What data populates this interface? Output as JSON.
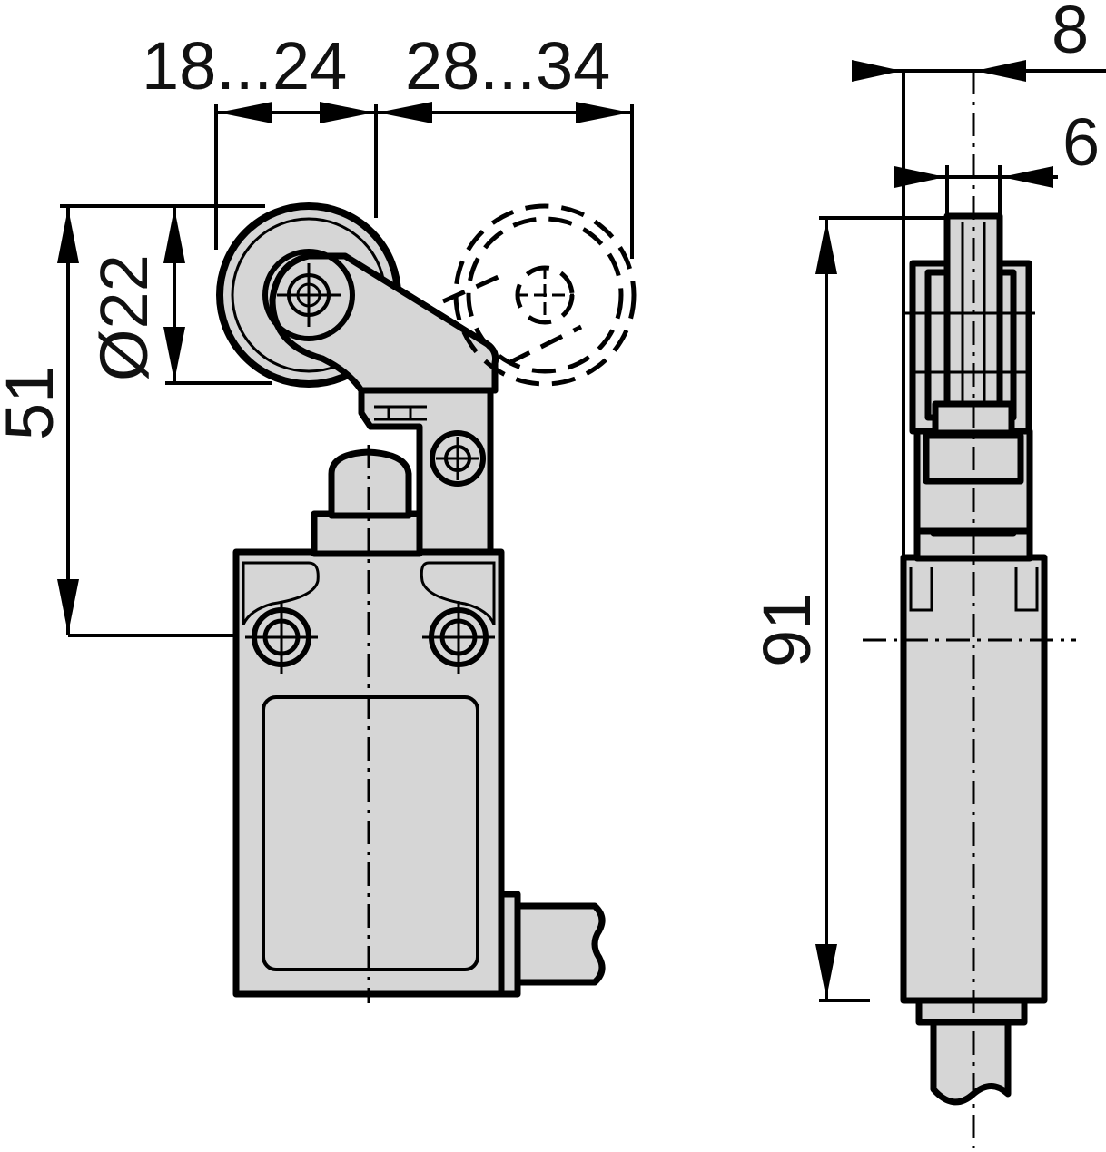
{
  "dimensions": {
    "roller_travel_left": "18...24",
    "roller_travel_right": "28...34",
    "roller_diameter": "Ø22",
    "height_to_mount": "51",
    "total_height": "91",
    "roller_width": "8",
    "lever_width": "6"
  },
  "colors": {
    "body_fill": "#d6d6d6",
    "outline": "#000000",
    "background": "#ffffff"
  }
}
